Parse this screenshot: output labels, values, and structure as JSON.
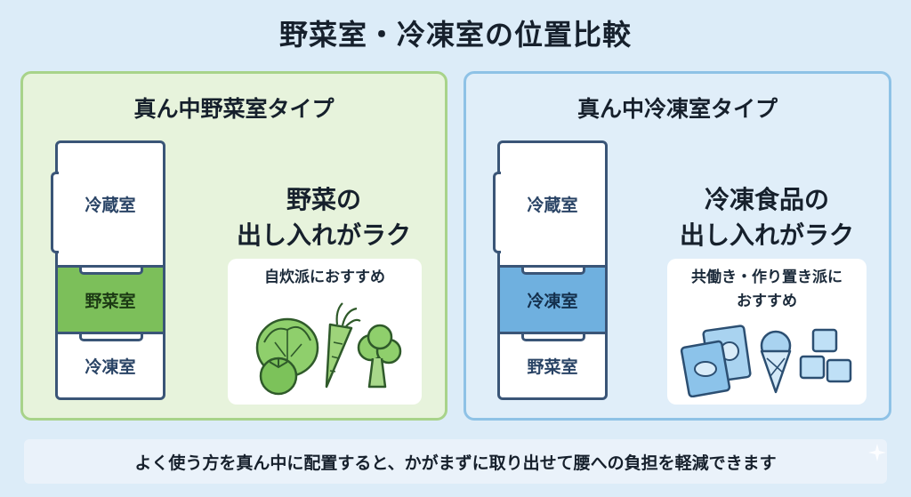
{
  "title": "野菜室・冷凍室の位置比較",
  "left_panel": {
    "title": "真ん中野菜室タイプ",
    "fridge": {
      "top": "冷蔵室",
      "middle": "野菜室",
      "bottom": "冷凍室"
    },
    "heading_line1": "野菜の",
    "heading_line2": "出し入れがラク",
    "recommend": "自炊派におすすめ",
    "icon": "vegetables-icon"
  },
  "right_panel": {
    "title": "真ん中冷凍室タイプ",
    "fridge": {
      "top": "冷蔵室",
      "middle": "冷凍室",
      "bottom": "野菜室"
    },
    "heading_line1": "冷凍食品の",
    "heading_line2": "出し入れがラク",
    "recommend_line1": "共働き・作り置き派に",
    "recommend_line2": "おすすめ",
    "icon": "frozen-food-icon"
  },
  "footer": "よく使う方を真ん中に配置すると、かがまずに取り出せて腰への負担を軽減できます",
  "colors": {
    "background": "#dcecf8",
    "left_accent": "#7cbf5a",
    "right_accent": "#6fb0df",
    "outline": "#3a5577"
  }
}
